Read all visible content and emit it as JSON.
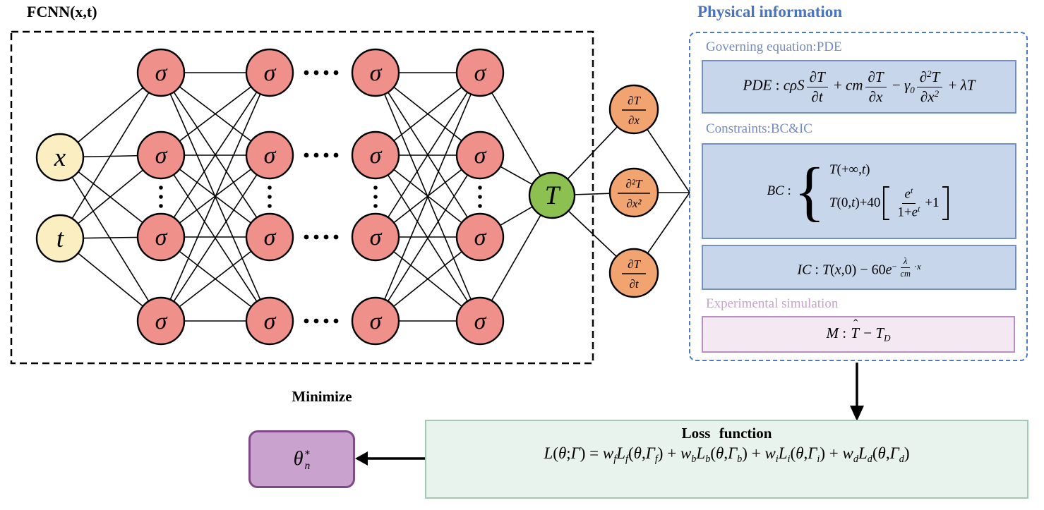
{
  "colors": {
    "node_input_fill": "#FBEFC1",
    "node_hidden_fill": "#F0908B",
    "node_output_fill": "#8CC152",
    "node_derivative_fill": "#F2A470",
    "node_stroke": "#000000",
    "edge_stroke": "#000000",
    "panel_border": "#4C79C2",
    "eq_box_fill": "#C8D6EC",
    "eq_box_border": "#7490C2",
    "exp_box_fill": "#F4E9F3",
    "exp_box_border": "#B98FBF",
    "loss_box_fill": "#E9F3EE",
    "loss_box_border": "#A3C9B4",
    "theta_box_fill": "#C9A3CE",
    "theta_box_border": "#7E4986",
    "title_blue": "#4A74BC",
    "label_blue": "#7289C4",
    "label_pink": "#C9A2CF"
  },
  "fcnn": {
    "title": "FCNN(x,t)",
    "inputs": [
      "x",
      "t"
    ],
    "hidden_node_label": "σ",
    "hidden_columns": 4,
    "rows_per_column": 4,
    "output_label": "T"
  },
  "derivatives": [
    {
      "num": "∂T",
      "den": "∂x"
    },
    {
      "num": "∂²T",
      "den": "∂x²"
    },
    {
      "num": "∂T",
      "den": "∂t"
    }
  ],
  "physical": {
    "title": "Physical information",
    "governing_label": "Governing equation:PDE",
    "pde_text": "PDE : cρS ∂T/∂t + cm ∂T/∂x − γ₀ ∂²T/∂x² + λT",
    "pde_tokens": [
      {
        "k": "t",
        "v": "PDE",
        "s": "i"
      },
      {
        "k": "t",
        "v": " : ",
        "s": "r"
      },
      {
        "k": "t",
        "v": "cρS",
        "s": "i"
      },
      {
        "k": "f",
        "n": [
          {
            "k": "t",
            "v": "∂T",
            "s": "i"
          }
        ],
        "d": [
          {
            "k": "t",
            "v": "∂t",
            "s": "i"
          }
        ]
      },
      {
        "k": "t",
        "v": " + ",
        "s": "r"
      },
      {
        "k": "t",
        "v": "cm",
        "s": "i"
      },
      {
        "k": "f",
        "n": [
          {
            "k": "t",
            "v": "∂T",
            "s": "i"
          }
        ],
        "d": [
          {
            "k": "t",
            "v": "∂x",
            "s": "i"
          }
        ]
      },
      {
        "k": "t",
        "v": " − ",
        "s": "r"
      },
      {
        "k": "t",
        "v": "γ",
        "s": "i"
      },
      {
        "k": "sub",
        "v": "0"
      },
      {
        "k": "f",
        "n": [
          {
            "k": "t",
            "v": "∂",
            "s": "i"
          },
          {
            "k": "sup",
            "v": "2"
          },
          {
            "k": "t",
            "v": "T",
            "s": "i"
          }
        ],
        "d": [
          {
            "k": "t",
            "v": "∂x",
            "s": "i"
          },
          {
            "k": "sup",
            "v": "2"
          }
        ]
      },
      {
        "k": "t",
        "v": " + ",
        "s": "r"
      },
      {
        "k": "t",
        "v": "λT",
        "s": "i"
      }
    ],
    "constraints_label": "Constraints:BC&IC",
    "bc_text": "BC : { T(+∞,t) ; T(0,t)+40[ e^t/(1+e^t) + 1 ] }",
    "bc_prefix_tokens": [
      {
        "k": "t",
        "v": "BC",
        "s": "i"
      },
      {
        "k": "t",
        "v": " : ",
        "s": "r"
      }
    ],
    "bc_brace": "{",
    "bc_rows": [
      [
        {
          "k": "t",
          "v": "T",
          "s": "i"
        },
        {
          "k": "t",
          "v": "(+∞,",
          "s": "r"
        },
        {
          "k": "t",
          "v": "t",
          "s": "i"
        },
        {
          "k": "t",
          "v": ")",
          "s": "r"
        }
      ],
      [
        {
          "k": "t",
          "v": "T",
          "s": "i"
        },
        {
          "k": "t",
          "v": "(0,",
          "s": "r"
        },
        {
          "k": "t",
          "v": "t",
          "s": "i"
        },
        {
          "k": "t",
          "v": ")",
          "s": "r"
        },
        {
          "k": "t",
          "v": "+40",
          "s": "r"
        },
        {
          "k": "brk",
          "c": [
            {
              "k": "f",
              "n": [
                {
                  "k": "t",
                  "v": "e",
                  "s": "i"
                },
                {
                  "k": "sup",
                  "v": "t"
                }
              ],
              "d": [
                {
                  "k": "t",
                  "v": "1+",
                  "s": "r"
                },
                {
                  "k": "t",
                  "v": "e",
                  "s": "i"
                },
                {
                  "k": "sup",
                  "v": "t"
                }
              ]
            },
            {
              "k": "t",
              "v": "+1",
              "s": "r"
            }
          ]
        }
      ]
    ],
    "ic_text": "IC : T(x,0) − 60e^(−λ/cm·x)",
    "ic_tokens": [
      {
        "k": "t",
        "v": "IC",
        "s": "i"
      },
      {
        "k": "t",
        "v": " : ",
        "s": "r"
      },
      {
        "k": "t",
        "v": "T",
        "s": "i"
      },
      {
        "k": "t",
        "v": "(",
        "s": "r"
      },
      {
        "k": "t",
        "v": "x",
        "s": "i"
      },
      {
        "k": "t",
        "v": ",0)",
        "s": "r"
      },
      {
        "k": "t",
        "v": " − 60",
        "s": "r"
      },
      {
        "k": "t",
        "v": "e",
        "s": "i"
      },
      {
        "k": "sup",
        "c": [
          {
            "k": "t",
            "v": "−",
            "s": "r"
          },
          {
            "k": "f",
            "n": [
              {
                "k": "t",
                "v": "λ",
                "s": "i"
              }
            ],
            "d": [
              {
                "k": "t",
                "v": "cm",
                "s": "i"
              }
            ]
          },
          {
            "k": "t",
            "v": "·",
            "s": "r"
          },
          {
            "k": "t",
            "v": "x",
            "s": "i"
          }
        ]
      }
    ],
    "experimental_label": "Experimental simulation",
    "m_text": "M : T̂ − T_D",
    "m_tokens": [
      {
        "k": "t",
        "v": "M",
        "s": "i"
      },
      {
        "k": "t",
        "v": " : ",
        "s": "r"
      },
      {
        "k": "hat",
        "v": "T"
      },
      {
        "k": "t",
        "v": " − ",
        "s": "r"
      },
      {
        "k": "t",
        "v": "T",
        "s": "i"
      },
      {
        "k": "sub",
        "v": "D"
      }
    ]
  },
  "flow": {
    "minimize_label": "Minimize"
  },
  "loss": {
    "title": "Loss function",
    "equation_text": "L(θ;Γ) = w_f L_f(θ,Γ_f) + w_b L_b(θ,Γ_b) + w_i L_i(θ,Γ_i) + w_d L_d(θ,Γ_d)",
    "tokens": [
      {
        "k": "t",
        "v": "L",
        "s": "i"
      },
      {
        "k": "t",
        "v": "(",
        "s": "r"
      },
      {
        "k": "t",
        "v": "θ",
        "s": "i"
      },
      {
        "k": "t",
        "v": ";",
        "s": "r"
      },
      {
        "k": "t",
        "v": "Γ",
        "s": "i"
      },
      {
        "k": "t",
        "v": ") = ",
        "s": "r"
      },
      {
        "k": "t",
        "v": "w",
        "s": "i"
      },
      {
        "k": "sub",
        "v": "f"
      },
      {
        "k": "t",
        "v": "L",
        "s": "i"
      },
      {
        "k": "sub",
        "v": "f"
      },
      {
        "k": "t",
        "v": "(",
        "s": "r"
      },
      {
        "k": "t",
        "v": "θ",
        "s": "i"
      },
      {
        "k": "t",
        "v": ",",
        "s": "r"
      },
      {
        "k": "t",
        "v": "Γ",
        "s": "i"
      },
      {
        "k": "sub",
        "v": "f"
      },
      {
        "k": "t",
        "v": ")",
        "s": "r"
      },
      {
        "k": "t",
        "v": " + ",
        "s": "r"
      },
      {
        "k": "t",
        "v": "w",
        "s": "i"
      },
      {
        "k": "sub",
        "v": "b"
      },
      {
        "k": "t",
        "v": "L",
        "s": "i"
      },
      {
        "k": "sub",
        "v": "b"
      },
      {
        "k": "t",
        "v": "(",
        "s": "r"
      },
      {
        "k": "t",
        "v": "θ",
        "s": "i"
      },
      {
        "k": "t",
        "v": ",",
        "s": "r"
      },
      {
        "k": "t",
        "v": "Γ",
        "s": "i"
      },
      {
        "k": "sub",
        "v": "b"
      },
      {
        "k": "t",
        "v": ")",
        "s": "r"
      },
      {
        "k": "t",
        "v": " + ",
        "s": "r"
      },
      {
        "k": "t",
        "v": "w",
        "s": "i"
      },
      {
        "k": "sub",
        "v": "i"
      },
      {
        "k": "t",
        "v": "L",
        "s": "i"
      },
      {
        "k": "sub",
        "v": "i"
      },
      {
        "k": "t",
        "v": "(",
        "s": "r"
      },
      {
        "k": "t",
        "v": "θ",
        "s": "i"
      },
      {
        "k": "t",
        "v": ",",
        "s": "r"
      },
      {
        "k": "t",
        "v": "Γ",
        "s": "i"
      },
      {
        "k": "sub",
        "v": "i"
      },
      {
        "k": "t",
        "v": ")",
        "s": "r"
      },
      {
        "k": "t",
        "v": " + ",
        "s": "r"
      },
      {
        "k": "t",
        "v": "w",
        "s": "i"
      },
      {
        "k": "sub",
        "v": "d"
      },
      {
        "k": "t",
        "v": "L",
        "s": "i"
      },
      {
        "k": "sub",
        "v": "d"
      },
      {
        "k": "t",
        "v": "(",
        "s": "r"
      },
      {
        "k": "t",
        "v": "θ",
        "s": "i"
      },
      {
        "k": "t",
        "v": ",",
        "s": "r"
      },
      {
        "k": "t",
        "v": "Γ",
        "s": "i"
      },
      {
        "k": "sub",
        "v": "d"
      },
      {
        "k": "t",
        "v": ")",
        "s": "r"
      }
    ]
  },
  "theta": {
    "text": "θ*_n",
    "tokens": [
      {
        "k": "ss",
        "base": "θ",
        "sup": "*",
        "sub": "n"
      }
    ]
  }
}
